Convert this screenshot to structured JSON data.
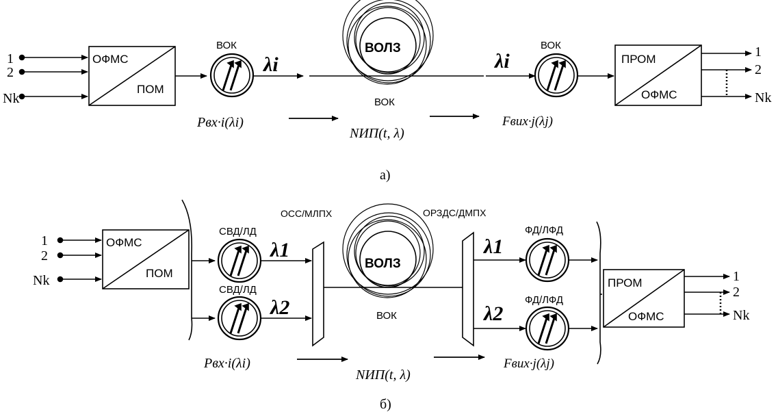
{
  "diagram_a": {
    "inputs": [
      "1",
      "2",
      "Nk"
    ],
    "tx_block": {
      "top": "ОФМС",
      "bottom": "ПОМ"
    },
    "tx_device_label": "ВОК",
    "lambda_tx": "λi",
    "fiber_label": "ВОЛЗ",
    "fiber_caption": "ВОК",
    "lambda_rx": "λi",
    "rx_device_label": "ВОК",
    "rx_block": {
      "top": "ПРОМ",
      "bottom": "ОФМС"
    },
    "outputs": [
      "1",
      "2",
      "Nk"
    ],
    "p_in": "Pвх·i(λi)",
    "noise": "NИП(t, λ)",
    "p_out": "Fвих·j(λj)",
    "caption": "а)"
  },
  "diagram_b": {
    "inputs": [
      "1",
      "2",
      "Nk"
    ],
    "tx_block": {
      "top": "ОФМС",
      "bottom": "ПОМ"
    },
    "mux_label": "ОСС/МЛПХ",
    "demux_label": "ОРЗДС/ДМПХ",
    "tx_device_label_1": "СВД/ЛД",
    "tx_device_label_2": "СВД/ЛД",
    "lambda_1": "λ1",
    "lambda_2": "λ2",
    "fiber_label": "ВОЛЗ",
    "fiber_caption": "ВОК",
    "rx_device_label_1": "ФД/ЛФД",
    "rx_device_label_2": "ФД/ЛФД",
    "rx_lambda_1": "λ1",
    "rx_lambda_2": "λ2",
    "rx_block": {
      "top": "ПРОМ",
      "bottom": "ОФМС"
    },
    "outputs": [
      "1",
      "2",
      "Nk"
    ],
    "p_in": "Pвх·i(λi)",
    "noise": "NИП(t, λ)",
    "p_out": "Fвих·j(λj)",
    "caption": "б)"
  }
}
